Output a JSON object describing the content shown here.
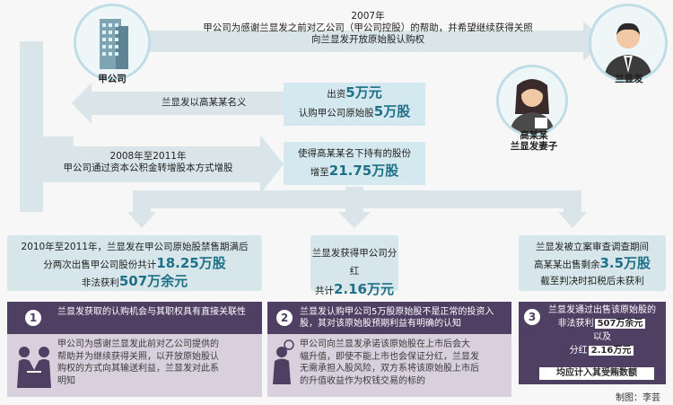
{
  "people": {
    "company_a": "甲公司",
    "lan": "兰显发",
    "gao": [
      "高某某",
      "兰显发妻子"
    ]
  },
  "top": {
    "year": "2007年",
    "line1": "甲公司为感谢兰显发之前对乙公司（甲公司控股）的帮助，并希望继续获得关照",
    "line2": "向兰显发开放原始股认购权"
  },
  "middle": {
    "left_label": "兰显发以高某某名义",
    "invest_line1_pre": "出资",
    "invest_amount": "5万元",
    "invest_line2_pre": "认购甲公司原始股",
    "invest_shares": "5万股",
    "held_line1": "使得高某某名下持有的股份",
    "held_line2_pre": "增至",
    "held_shares": "21.75万股",
    "period": "2008年至2011年",
    "period_desc": "甲公司通过资本公积金转增股本方式增股"
  },
  "outcomes": {
    "left": {
      "line1": "2010年至2011年，兰显发在甲公司原始股禁售期满后",
      "line2_pre": "分两次出售甲公司股份共计",
      "line2_val": "18.25万股",
      "line3_pre": "非法获利",
      "line3_val": "507万余元"
    },
    "mid": {
      "line1": "兰显发获得甲公司分红",
      "line2_pre": "共计",
      "line2_val": "2.16万元"
    },
    "right": {
      "line1": "兰显发被立案审查调查期间",
      "line2_pre": "高某某出售剩余",
      "line2_val": "3.5万股",
      "line3": "截至判决时扣税后未获利"
    }
  },
  "sections": [
    {
      "num": "1",
      "title": "兰显发获取的认购机会与其职权具有直接关联性",
      "body": [
        "甲公司为感谢兰显发此前对乙公司提供的",
        "帮助并为继续获得关照，以开放原始股认",
        "购权的方式向其输送利益，兰显发对此系",
        "明知"
      ]
    },
    {
      "num": "2",
      "title": "兰显发认购甲公司5万股原始股不是正常的投资入股，其对该原始股预期利益有明确的认知",
      "body": [
        "甲公司向兰显发承诺该原始股在上市后会大",
        "幅升值，即使不能上市也会保证分红，兰显发",
        "无需承担入股风险，双方系将该原始股上市后",
        "的升值收益作为权钱交易的标的"
      ]
    },
    {
      "num": "3",
      "line1": "兰显发通过出售该原始股的",
      "line2_pre": "非法获利",
      "line2_val": "507万余元",
      "line3": "以及",
      "line4_pre": "分红",
      "line4_val": "2.16万元",
      "line5": "均应计入其受贿数额"
    }
  ],
  "credit": "制图：李芸",
  "colors": {
    "accent_blue": "#1f6f87",
    "panel_purple": "#4e3f63",
    "light_blue": "#d4e9ef",
    "flow_gray": "#cfd9dc"
  }
}
